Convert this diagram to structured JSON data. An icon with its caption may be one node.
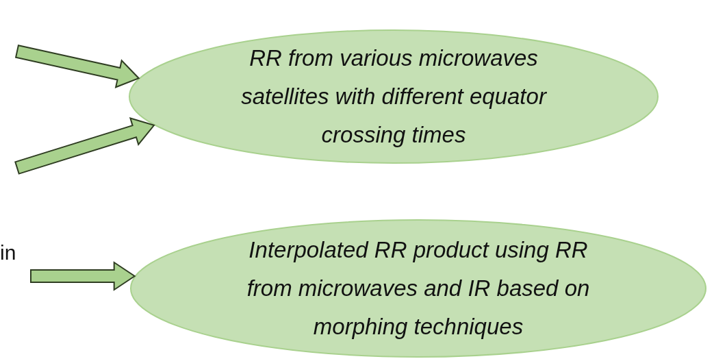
{
  "diagram": {
    "nodes": [
      {
        "text": [
          "RR from various microwaves satellites with different equator crossing times"
        ]
      },
      {
        "text": [
          "Interpolated RR product using RR from microwaves and IR based on morphing techniques"
        ]
      }
    ],
    "edges": [
      {
        "from": null,
        "to": 0,
        "arrow": "to"
      },
      {
        "from": null,
        "to": 0,
        "arrow": "to"
      },
      {
        "from": null,
        "to": 1,
        "arrow": "to"
      }
    ],
    "labels": [
      "in"
    ]
  }
}
